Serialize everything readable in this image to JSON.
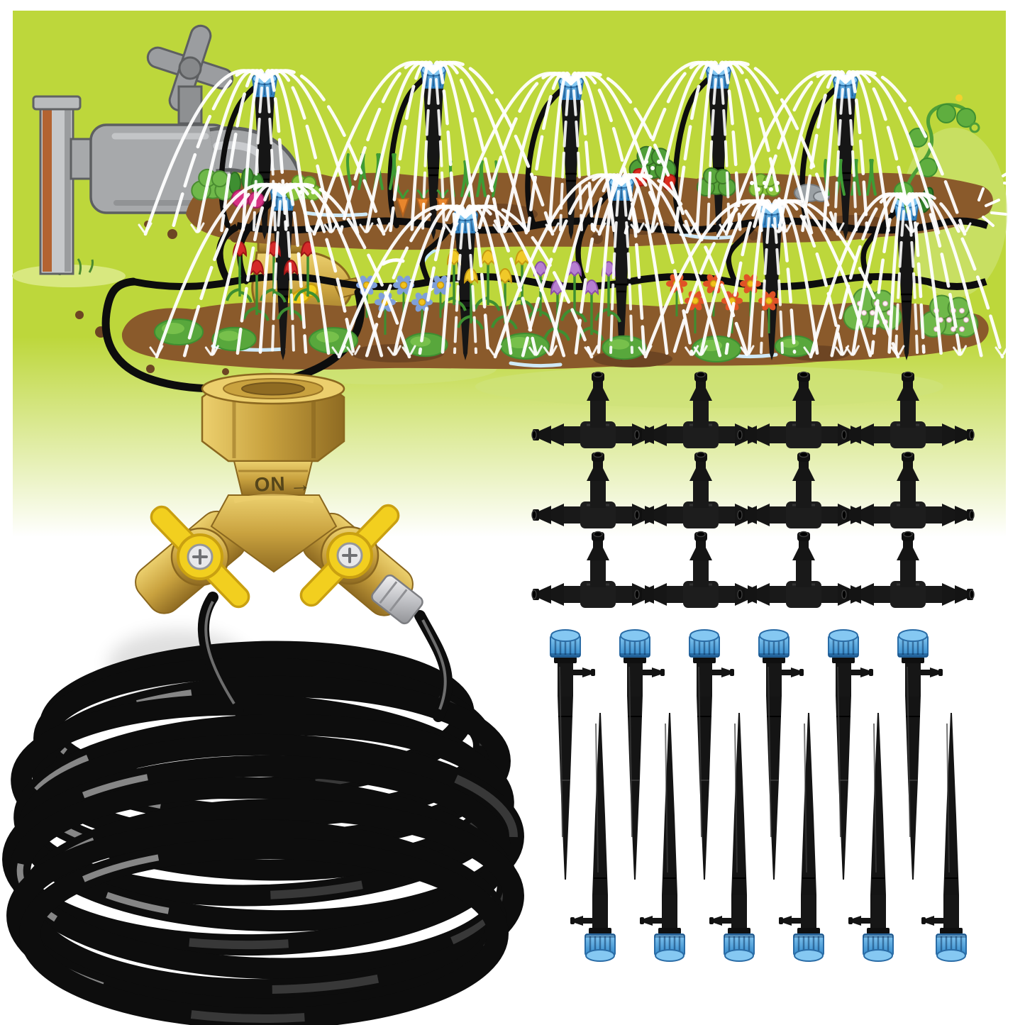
{
  "scene": {
    "description": "Drip irrigation kit product collage",
    "illustration": "Cartoon garden: outdoor faucet feeding black tubing that supplies sprinkler stakes spraying water over a vegetable bed and a flower bed"
  },
  "splitter": {
    "on_label": "ON",
    "arrow_glyph": "→",
    "valve_count": 2
  },
  "counts": {
    "tee_connectors": 12,
    "tee_rows": 3,
    "tee_columns": 4,
    "emitters_total": 12,
    "emitters_upright": 6,
    "emitters_inverted": 6,
    "illustration_sprinklers": 10,
    "illustration_sprinkler_rows": 2,
    "faucets": 1,
    "tubing_coils": 1
  },
  "colors": {
    "illustration_green": "#bdd73b",
    "puddle_green": "#d8e87f",
    "soil_brown": "#8a5a2b",
    "soil_dark": "#6d4523",
    "cap_blue": "#3e97dd",
    "cap_blue_light": "#85c8f2",
    "tubing_black": "#0d0d0d",
    "brass": "#c9a23f",
    "brass_light": "#ecd06e",
    "brass_dark": "#8f6b22",
    "handle_yellow": "#f2cf1f",
    "handle_yellow_dark": "#c9a011",
    "steel_gray": "#a7a9ab",
    "silver": "#d9dadc",
    "spray_white": "#ffffff",
    "background_white": "#ffffff"
  }
}
